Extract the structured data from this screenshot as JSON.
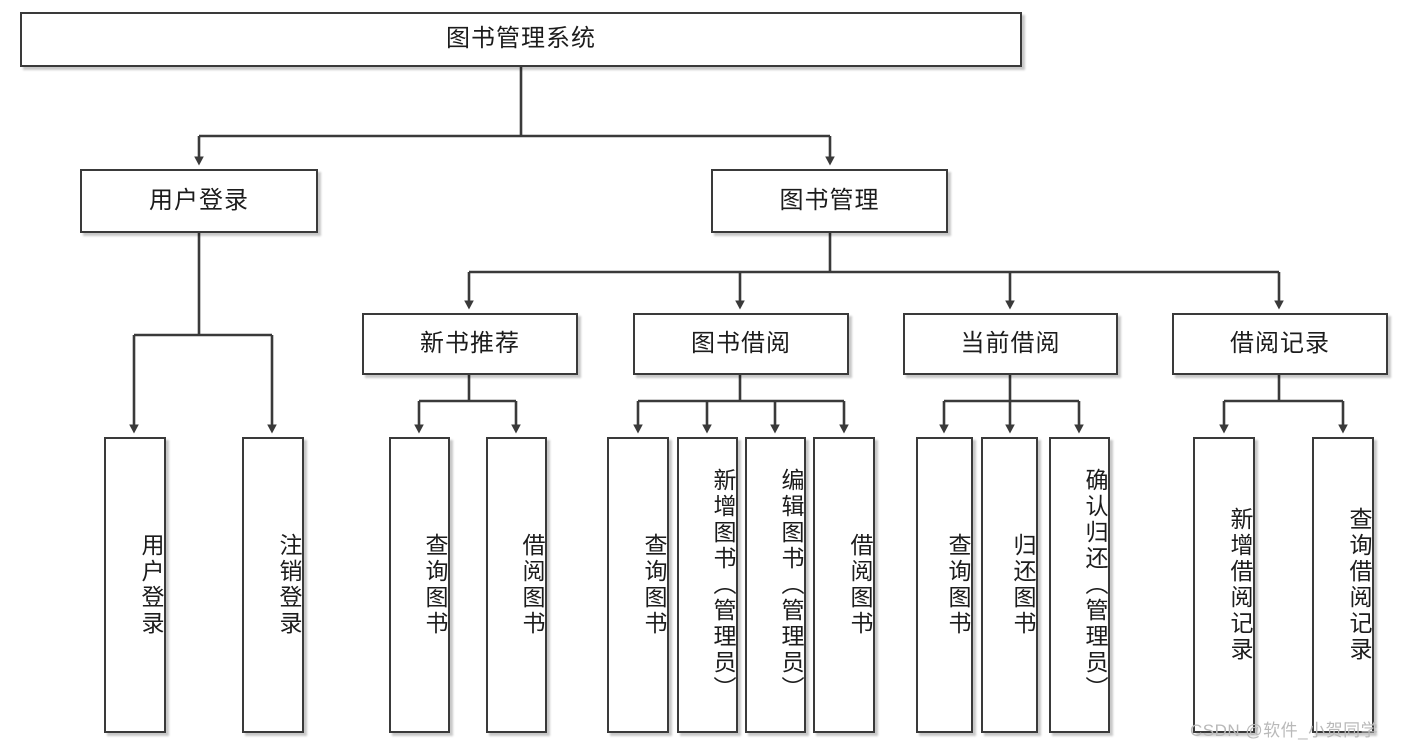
{
  "diagram": {
    "title": "图书管理系统",
    "type": "hierarchy-tree",
    "colors": {
      "box_border": "#3a3a3a",
      "box_fill": "#ffffff",
      "edge": "#3a3a3a",
      "text": "#1c1c1c",
      "watermark": "#b9b9b9"
    },
    "nodes": {
      "root": {
        "label": "图书管理系统"
      },
      "level2": [
        {
          "label": "用户登录"
        },
        {
          "label": "图书管理"
        }
      ],
      "level3": [
        {
          "label": "新书推荐"
        },
        {
          "label": "图书借阅"
        },
        {
          "label": "当前借阅"
        },
        {
          "label": "借阅记录"
        }
      ],
      "leaves": {
        "user_login": [
          {
            "label": "用户登录"
          },
          {
            "label": "注销登录"
          }
        ],
        "new_book": [
          {
            "label": "查询图书"
          },
          {
            "label": "借阅图书"
          }
        ],
        "book_borrow": [
          {
            "label": "查询图书"
          },
          {
            "label": "新增图书（管理员）"
          },
          {
            "label": "编辑图书（管理员）"
          },
          {
            "label": "借阅图书"
          }
        ],
        "current_borrow": [
          {
            "label": "查询图书"
          },
          {
            "label": "归还图书"
          },
          {
            "label": "确认归还（管理员）"
          }
        ],
        "borrow_record": [
          {
            "label": "新增借阅记录"
          },
          {
            "label": "查询借阅记录"
          }
        ]
      }
    }
  },
  "watermark": {
    "text": "CSDN @软件_小贺同学"
  }
}
